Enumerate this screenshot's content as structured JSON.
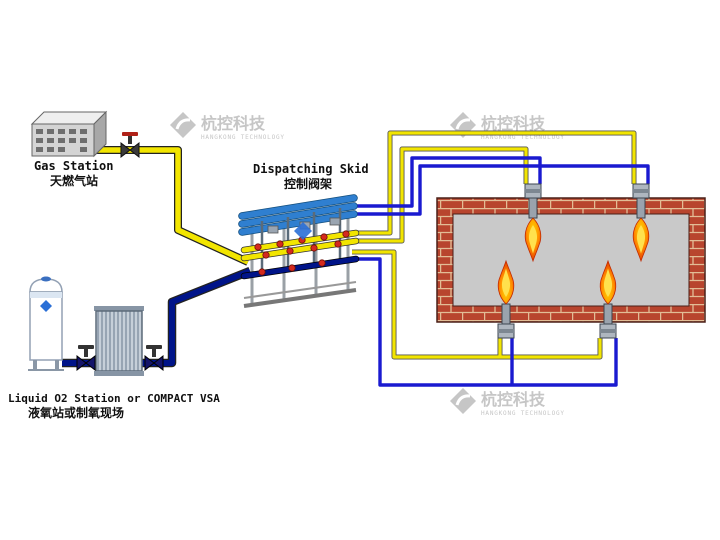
{
  "watermark": {
    "brand": "杭控科技",
    "brand_sub": "HANGKONG TECHNOLOGY",
    "color": "#c6c6c6"
  },
  "labels": {
    "gas_station": {
      "en": "Gas Station",
      "zh": "天燃气站"
    },
    "dispatching_skid": {
      "en": "Dispatching Skid",
      "zh": "控制阀架"
    },
    "o2_station": {
      "en": "Liquid O2 Station or COMPACT VSA",
      "zh": "液氧站或制氧现场"
    }
  },
  "colors": {
    "gas_pipe": "#f2e500",
    "oxygen_pipe": "#001489",
    "distribution_blue": "#1a1ad0",
    "skid_pipe_blue": "#2f7fd0",
    "valve_red": "#d42a1e",
    "brick": "#b8452e",
    "mortar": "#e2bd96",
    "furnace_interior": "#c9c9c9",
    "flame_outer": "#ff7a00",
    "flame_core": "#ffdf3a",
    "watermark_gray": "#c6c6c6"
  },
  "icons": {
    "brand_logo": "diamond-with-swoosh",
    "valve": "bowtie-valve",
    "burner": "nozzle-with-flame"
  }
}
